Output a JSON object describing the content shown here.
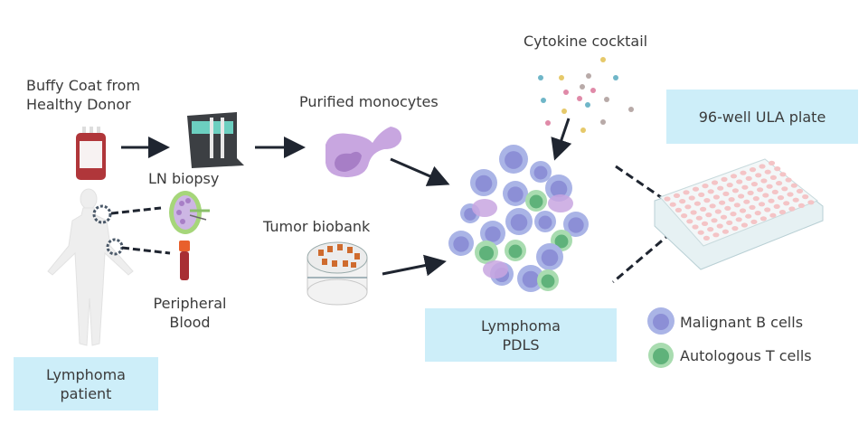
{
  "labels": {
    "buffy_coat": "Buffy Coat from\nHealthy Donor",
    "buffy_coat_line1": "Buffy Coat from",
    "buffy_coat_line2": "Healthy Donor",
    "ln_biopsy": "LN biopsy",
    "peripheral_blood_line1": "Peripheral",
    "peripheral_blood_line2": "Blood",
    "purified_monocytes": "Purified monocytes",
    "tumor_biobank": "Tumor biobank",
    "cytokine_cocktail": "Cytokine cocktail"
  },
  "boxes": {
    "patient_line1": "Lymphoma",
    "patient_line2": "patient",
    "pdls_line1": "Lymphoma",
    "pdls_line2": "PDLS",
    "plate": "96-well ULA plate"
  },
  "legend": [
    {
      "label": "Malignant B cells",
      "icon": "malignant-b-cell-icon"
    },
    {
      "label": "Autologous T cells",
      "icon": "autologous-t-cell-icon"
    }
  ],
  "colors": {
    "box_bg": "#cdeef9",
    "b_cell_outer": "#aab4e6",
    "b_cell_inner": "#8c8fd6",
    "t_cell_outer": "#a9dcb0",
    "t_cell_inner": "#5fb27a",
    "monocyte": "#c8a6e0",
    "monocyte_nucleus": "#a77ec6",
    "arrow": "#1f2530",
    "blood_bag": "#b0363a"
  }
}
